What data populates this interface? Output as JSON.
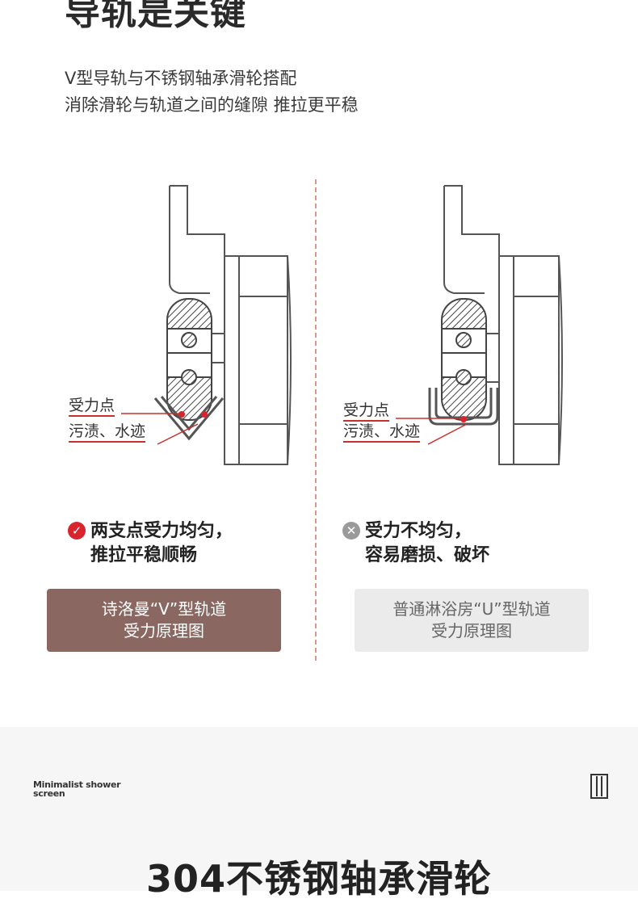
{
  "header": {
    "title": "导轨是关键",
    "subtitle_lines": [
      "V型导轨与不锈钢轴承滑轮搭配",
      "消除滑轮与轨道之间的缝隙 推拉更平稳"
    ]
  },
  "comparison": {
    "left": {
      "callouts": [
        "受力点",
        "污渍、水迹"
      ],
      "verdict_icon": "check-circle-icon",
      "verdict_lines": [
        "两支点受力均匀，",
        "推拉平稳顺畅"
      ],
      "label_lines": [
        "诗洛曼“V”型轨道",
        "受力原理图"
      ],
      "label_color": "#8a6760"
    },
    "right": {
      "callouts": [
        "受力点",
        "污渍、水迹"
      ],
      "verdict_icon": "x-circle-icon",
      "verdict_lines": [
        "受力不均匀，",
        "容易磨损、破坏"
      ],
      "label_lines": [
        "普通淋浴房“U”型轨道",
        "受力原理图"
      ],
      "label_color": "#ebebeb"
    }
  },
  "footer": {
    "brand_lines": [
      "Minimalist shower",
      "screen"
    ],
    "section_title": "304不锈钢轴承滑轮"
  },
  "colors": {
    "accent_red": "#d9232d",
    "divider": "#d9988a",
    "callout_line": "#c9302c"
  }
}
